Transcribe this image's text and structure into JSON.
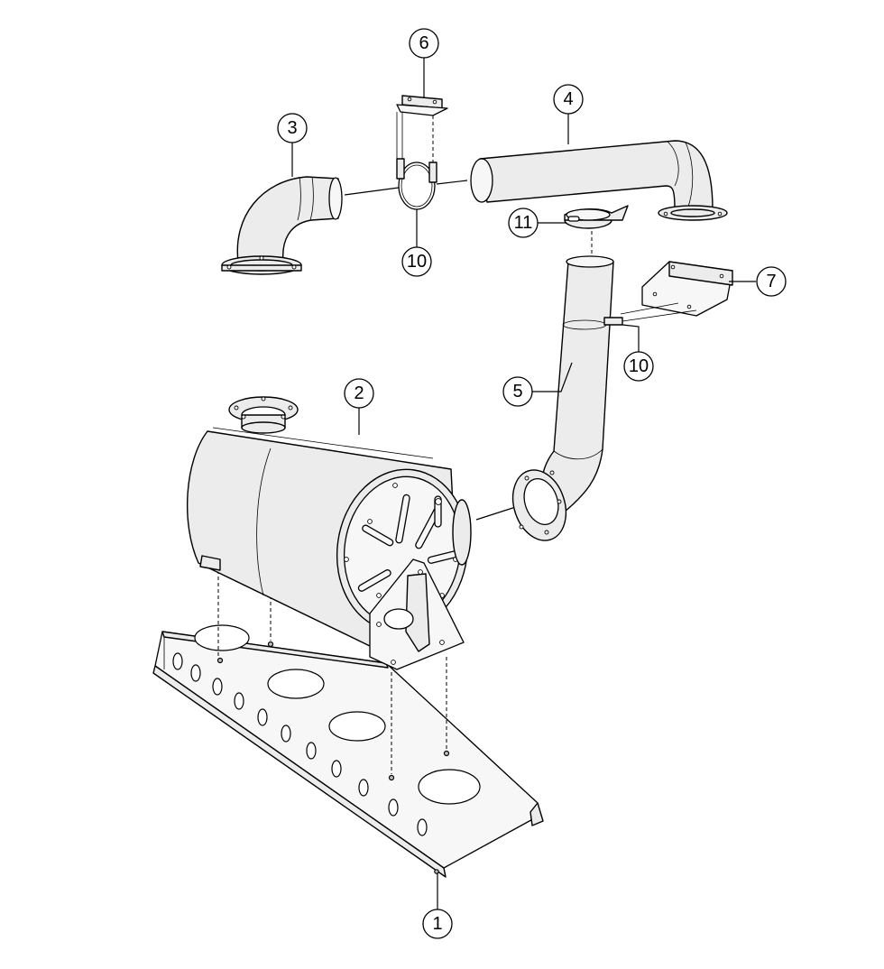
{
  "callouts": [
    {
      "id": "1",
      "label": "1"
    },
    {
      "id": "2",
      "label": "2"
    },
    {
      "id": "3",
      "label": "3"
    },
    {
      "id": "4",
      "label": "4"
    },
    {
      "id": "5",
      "label": "5"
    },
    {
      "id": "6",
      "label": "6"
    },
    {
      "id": "7",
      "label": "7"
    },
    {
      "id": "10a",
      "label": "10"
    },
    {
      "id": "10b",
      "label": "10"
    },
    {
      "id": "11",
      "label": "11"
    }
  ]
}
